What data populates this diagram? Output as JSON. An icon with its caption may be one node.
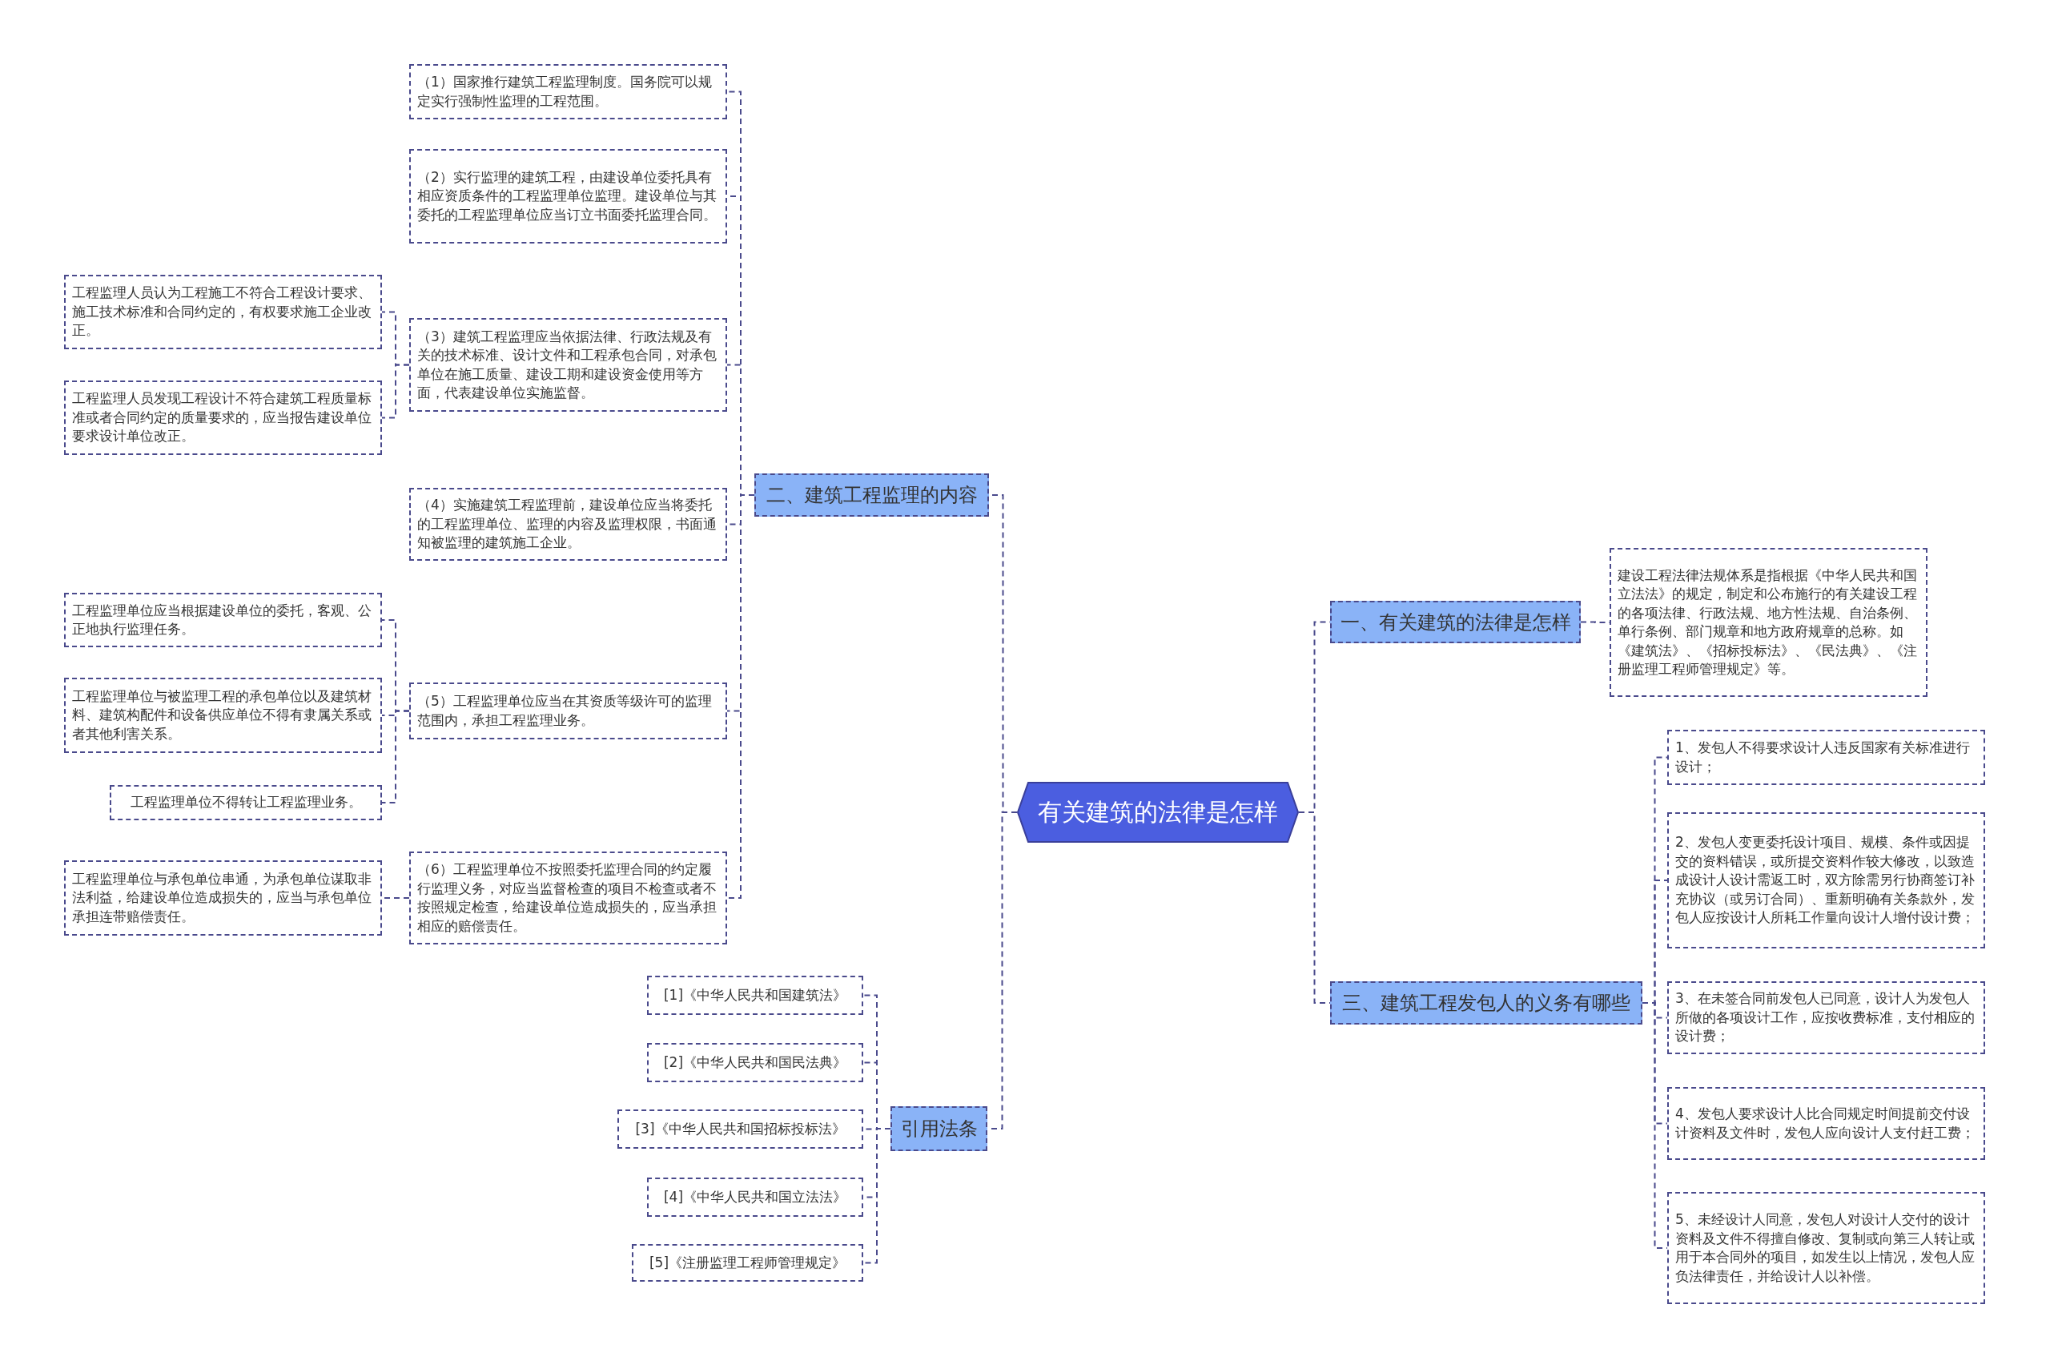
{
  "diagram": {
    "nodes": [
      {
        "text": [
          "有关建筑的法律是怎样"
        ]
      },
      {
        "text": [
          "二、建筑工程监理的内容"
        ]
      },
      {
        "text": [
          "（1）国家推行建筑工程监理制度。国务院可以规定实行强制性监理的工程范围。"
        ]
      },
      {
        "text": [
          "（2）实行监理的建筑工程，由建设单位委托具有相应资质条件的工程监理单位监理。建设单位与其委托的工程监理单位应当订立书面委托监理合同。"
        ]
      },
      {
        "text": [
          "（3）建筑工程监理应当依据法律、行政法规及有关的技术标准、设计文件和工程承包合同，对承包单位在施工质量、建设工期和建设资金使用等方面，代表建设单位实施监督。"
        ]
      },
      {
        "text": [
          "工程监理人员认为工程施工不符合工程设计要求、施工技术标准和合同约定的，有权要求施工企业改正。"
        ]
      },
      {
        "text": [
          "工程监理人员发现工程设计不符合建筑工程质量标准或者合同约定的质量要求的，应当报告建设单位要求设计单位改正。"
        ]
      },
      {
        "text": [
          "（4）实施建筑工程监理前，建设单位应当将委托的工程监理单位、监理的内容及监理权限，书面通知被监理的建筑施工企业。"
        ]
      },
      {
        "text": [
          "（5）工程监理单位应当在其资质等级许可的监理范围内，承担工程监理业务。"
        ]
      },
      {
        "text": [
          "工程监理单位应当根据建设单位的委托，客观、公正地执行监理任务。"
        ]
      },
      {
        "text": [
          "工程监理单位与被监理工程的承包单位以及建筑材料、建筑构配件和设备供应单位不得有隶属关系或者其他利害关系。"
        ]
      },
      {
        "text": [
          "工程监理单位不得转让工程监理业务。"
        ]
      },
      {
        "text": [
          "（6）工程监理单位不按照委托监理合同的约定履行监理义务，对应当监督检查的项目不检查或者不按照规定检查，给建设单位造成损失的，应当承担相应的赔偿责任。"
        ]
      },
      {
        "text": [
          "工程监理单位与承包单位串通，为承包单位谋取非法利益，给建设单位造成损失的，应当与承包单位承担连带赔偿责任。"
        ]
      },
      {
        "text": [
          "引用法条"
        ]
      },
      {
        "text": [
          "[1]《中华人民共和国建筑法》"
        ]
      },
      {
        "text": [
          "[2]《中华人民共和国民法典》"
        ]
      },
      {
        "text": [
          "[3]《中华人民共和国招标投标法》"
        ]
      },
      {
        "text": [
          "[4]《中华人民共和国立法法》"
        ]
      },
      {
        "text": [
          "[5]《注册监理工程师管理规定》"
        ]
      },
      {
        "text": [
          "一、有关建筑的法律是怎样"
        ]
      },
      {
        "text": [
          "建设工程法律法规体系是指根据《中华人民共和国立法法》的规定，制定和公布施行的有关建设工程的各项法律、行政法规、地方性法规、自治条例、单行条例、部门规章和地方政府规章的总称。如《建筑法》、《招标投标法》、《民法典》、《注册监理工程师管理规定》等。"
        ]
      },
      {
        "text": [
          "三、建筑工程发包人的义务有哪些"
        ]
      },
      {
        "text": [
          "1、发包人不得要求设计人违反国家有关标准进行设计；"
        ]
      },
      {
        "text": [
          "2、发包人变更委托设计项目、规模、条件或因提交的资料错误，或所提交资料作较大修改，以致造成设计人设计需返工时，双方除需另行协商签订补充协议（或另订合同）、重新明确有关条款外，发包人应按设计人所耗工作量向设计人增付设计费；"
        ]
      },
      {
        "text": [
          "3、在未签合同前发包人已同意，设计人为发包人所做的各项设计工作，应按收费标准，支付相应的设计费；"
        ]
      },
      {
        "text": [
          "4、发包人要求设计人比合同规定时间提前交付设计资料及文件时，发包人应向设计人支付赶工费；"
        ]
      },
      {
        "text": [
          "5、未经设计人同意，发包人对设计人交付的设计资料及文件不得擅自修改、复制或向第三人转让或用于本合同外的项目，如发生以上情况，发包人应负法律责任，并给设计人以补偿。"
        ]
      }
    ],
    "edges": [
      {
        "from": 0,
        "to": 1,
        "arrow": "none"
      },
      {
        "from": 1,
        "to": 2,
        "arrow": "none"
      },
      {
        "from": 1,
        "to": 3,
        "arrow": "none"
      },
      {
        "from": 1,
        "to": 4,
        "arrow": "none"
      },
      {
        "from": 4,
        "to": 5,
        "arrow": "none"
      },
      {
        "from": 4,
        "to": 6,
        "arrow": "none"
      },
      {
        "from": 1,
        "to": 7,
        "arrow": "none"
      },
      {
        "from": 1,
        "to": 8,
        "arrow": "none"
      },
      {
        "from": 8,
        "to": 9,
        "arrow": "none"
      },
      {
        "from": 8,
        "to": 10,
        "arrow": "none"
      },
      {
        "from": 8,
        "to": 11,
        "arrow": "none"
      },
      {
        "from": 1,
        "to": 12,
        "arrow": "none"
      },
      {
        "from": 12,
        "to": 13,
        "arrow": "none"
      },
      {
        "from": 0,
        "to": 14,
        "arrow": "none"
      },
      {
        "from": 14,
        "to": 15,
        "arrow": "none"
      },
      {
        "from": 14,
        "to": 16,
        "arrow": "none"
      },
      {
        "from": 14,
        "to": 17,
        "arrow": "none"
      },
      {
        "from": 14,
        "to": 18,
        "arrow": "none"
      },
      {
        "from": 14,
        "to": 19,
        "arrow": "none"
      },
      {
        "from": 0,
        "to": 20,
        "arrow": "none"
      },
      {
        "from": 20,
        "to": 21,
        "arrow": "none"
      },
      {
        "from": 0,
        "to": 22,
        "arrow": "none"
      },
      {
        "from": 22,
        "to": 23,
        "arrow": "none"
      },
      {
        "from": 22,
        "to": 24,
        "arrow": "none"
      },
      {
        "from": 22,
        "to": 25,
        "arrow": "none"
      },
      {
        "from": 22,
        "to": 26,
        "arrow": "none"
      },
      {
        "from": 22,
        "to": 27,
        "arrow": "none"
      }
    ]
  }
}
